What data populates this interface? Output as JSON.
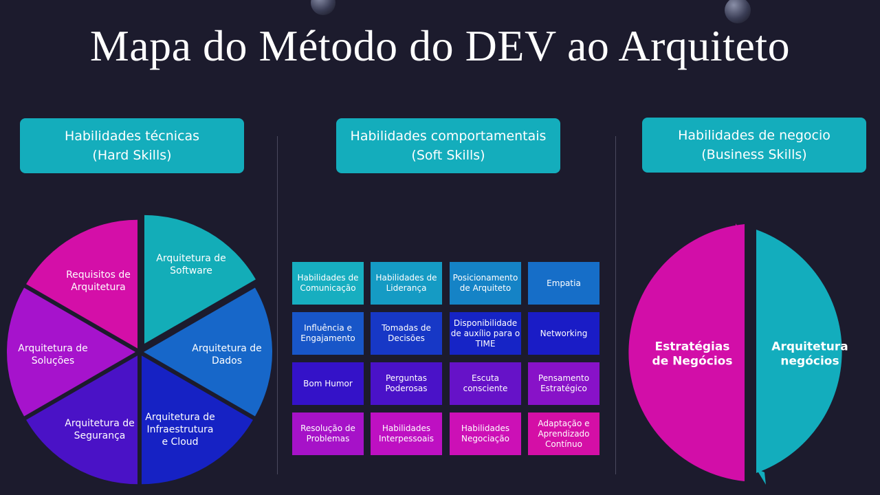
{
  "title": "Mapa do Método do DEV ao Arquiteto",
  "sections": [
    {
      "line1": "Habilidades técnicas",
      "line2": "(Hard Skills)"
    },
    {
      "line1": "Habilidades comportamentais",
      "line2": "(Soft Skills)"
    },
    {
      "line1": "Habilidades de negocio",
      "line2": "(Business Skills)"
    }
  ],
  "hard_skills": [
    {
      "lines": [
        "Arquitetura de",
        "Software"
      ],
      "color": "#13adb8"
    },
    {
      "lines": [
        "Arquitetura de",
        "Dados"
      ],
      "color": "#1767c9"
    },
    {
      "lines": [
        "Arquitetura de",
        "Infraestrutura",
        "e Cloud"
      ],
      "color": "#1622c4"
    },
    {
      "lines": [
        "Arquitetura de",
        "Segurança"
      ],
      "color": "#4a12c6"
    },
    {
      "lines": [
        "Arquitetura de",
        "Soluções"
      ],
      "color": "#a613cc"
    },
    {
      "lines": [
        "Requisitos de",
        "Arquitetura"
      ],
      "color": "#d40fa8"
    }
  ],
  "soft_skills": [
    {
      "text": "Habilidades de Comunicação",
      "color": "#17aec0"
    },
    {
      "text": "Habilidades de Liderança",
      "color": "#159bc4"
    },
    {
      "text": "Posicionamento de Arquiteto",
      "color": "#1583c6"
    },
    {
      "text": "Empatia",
      "color": "#166ec8"
    },
    {
      "text": "Influência e Engajamento",
      "color": "#1856c8"
    },
    {
      "text": "Tomadas de Decisões",
      "color": "#1738c6"
    },
    {
      "text": "Disponibilidade de auxílio para o TIME",
      "color": "#1624c6"
    },
    {
      "text": "Networking",
      "color": "#1a1cc6"
    },
    {
      "text": "Bom Humor",
      "color": "#3412c8"
    },
    {
      "text": "Perguntas Poderosas",
      "color": "#4a12c8"
    },
    {
      "text": "Escuta consciente",
      "color": "#6612c8"
    },
    {
      "text": "Pensamento Estratégico",
      "color": "#8812c8"
    },
    {
      "text": "Resolução de Problemas",
      "color": "#a612c8"
    },
    {
      "text": "Habilidades Interpessoais",
      "color": "#be10c2"
    },
    {
      "text": "Habilidades Negociação",
      "color": "#cc10b6"
    },
    {
      "text": "Adaptação e Aprendizado Contínuo",
      "color": "#d40fa6"
    }
  ],
  "business_skills": {
    "left": {
      "lines": [
        "Estratégias",
        "de Negócios"
      ],
      "color": "#d20ea8"
    },
    "right": {
      "lines": [
        "Arquitetura",
        "negócios"
      ],
      "color": "#13adbd"
    }
  }
}
